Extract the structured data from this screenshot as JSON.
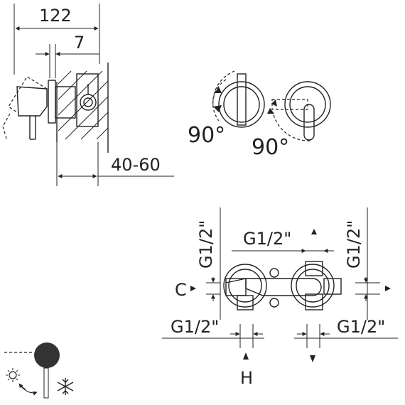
{
  "side_view": {
    "dim_total": "122",
    "dim_offset": "7",
    "dim_depth": "40-60"
  },
  "rotation": {
    "left_angle": "90°",
    "right_angle": "90°"
  },
  "connection_view": {
    "g_top_center": "G1/2\"",
    "g_left_vertical": "G1/2\"",
    "g_right_vertical": "G1/2\"",
    "g_bottom_left": "G1/2\"",
    "g_bottom_right": "G1/2\"",
    "cold_label": "C",
    "hot_label": "H"
  },
  "legend": {
    "sun_icon": "sun-icon",
    "snowflake_icon": "snowflake-icon"
  }
}
